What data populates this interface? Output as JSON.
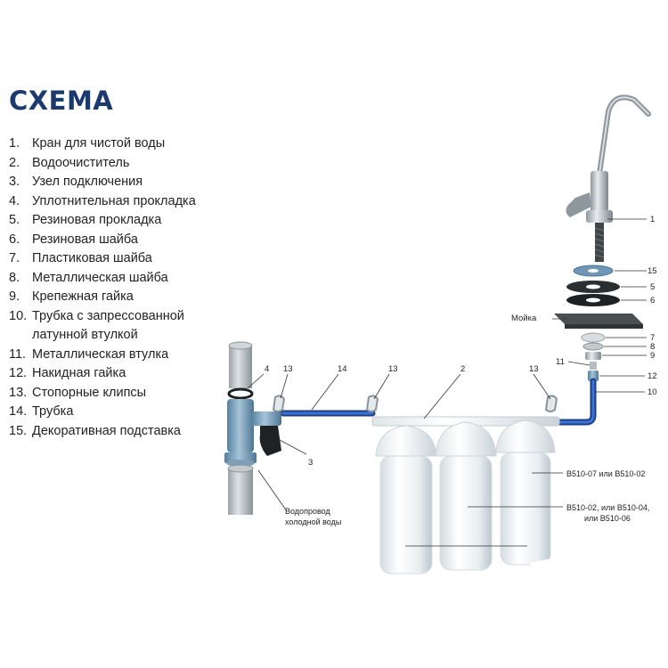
{
  "title": "СХЕМА",
  "legend": [
    "Кран для чистой воды",
    "Водоочиститель",
    "Узел подключения",
    "Уплотнительная прокладка",
    "Резиновая прокладка",
    "Резиновая шайба",
    "Пластиковая шайба",
    "Металлическая шайба",
    "Крепежная гайка",
    "Трубка с запрессованной",
    "латунной втулкой",
    "Металлическая втулка",
    "Накидная гайка",
    "Стопорные клипсы",
    "Трубка",
    "Декоративная подставка"
  ],
  "legend_numbers": [
    "1.",
    "2.",
    "3.",
    "4.",
    "5.",
    "6.",
    "7.",
    "8.",
    "9.",
    "10.",
    "",
    "11.",
    "12.",
    "13.",
    "14.",
    "15."
  ],
  "callouts": {
    "c1": "1",
    "c15": "15",
    "c5": "5",
    "c6": "6",
    "c7": "7",
    "c8": "8",
    "c9": "9",
    "c11": "11",
    "c12": "12",
    "c10": "10",
    "c4": "4",
    "c13a": "13",
    "c14": "14",
    "c13b": "13",
    "c2": "2",
    "c13c": "13",
    "c3": "3"
  },
  "labels": {
    "sink": "Мойка",
    "water_line_1": "Водопровод",
    "water_line_2": "холодной воды",
    "cart_top": "B510-07 или B510-02",
    "cart_mid_1": "B510-02, или B510-04,",
    "cart_mid_2": "или B510-06"
  },
  "colors": {
    "title": "#1c3a6e",
    "tube": "#2a5bb8",
    "fitting": "#6f97b5"
  }
}
